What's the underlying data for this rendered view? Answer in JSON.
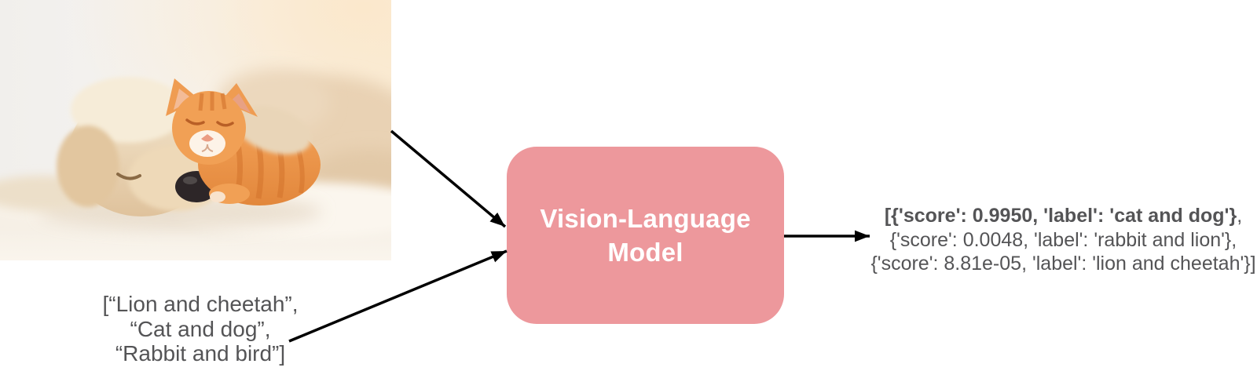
{
  "diagram": {
    "title_implied": "zero-shot image classification with a vision-language model"
  },
  "photo": {
    "description": "cream puppy and orange tabby kitten sleeping together on a white blanket",
    "colors": {
      "background_light": "#f2f0ed",
      "warm_glow": "#fbe8cc",
      "dog_fur_light": "#f4e7cf",
      "dog_fur_dark": "#dfc29c",
      "dog_nose": "#2d2628",
      "cat_orange": "#f0a055",
      "cat_stripe": "#d3732c",
      "cat_muzzle": "#fdf3e8",
      "blanket": "#f7f1e7"
    }
  },
  "input_text_list": {
    "lines": [
      "[“Lion and cheetah”,",
      "“Cat and dog”,",
      "“Rabbit and bird”]"
    ],
    "text_color": "#545456"
  },
  "model_box": {
    "label": "Vision-Language Model",
    "label_lines": [
      "Vision-Language",
      "Model"
    ],
    "fill_color": "#ED989C",
    "text_color": "#ffffff"
  },
  "output_text": {
    "line1_bold": "[{'score': 0.9950, 'label': 'cat and dog'}",
    "line1_tail": ",",
    "line2": "{'score': 0.0048, 'label': 'rabbit and lion'},",
    "line3": "{'score': 8.81e-05, 'label': 'lion and cheetah'}]",
    "text_color": "#545456"
  },
  "arrows": {
    "color": "#000000",
    "items": [
      "image-to-model",
      "texts-to-model",
      "model-to-output"
    ]
  }
}
